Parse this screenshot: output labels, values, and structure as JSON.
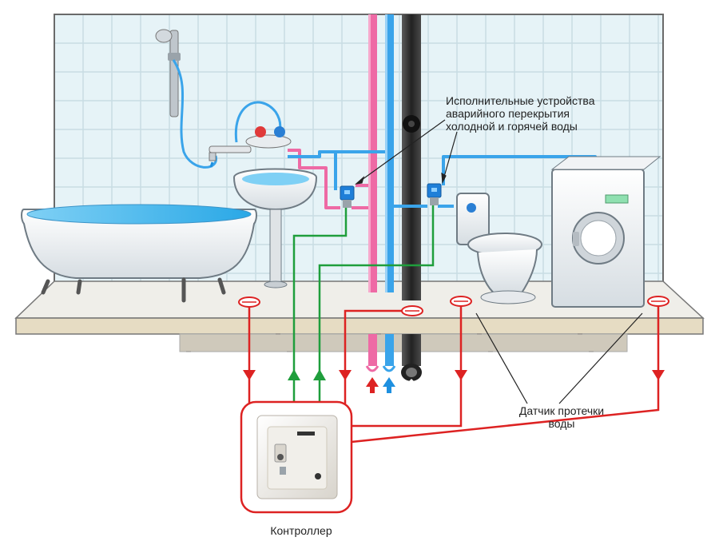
{
  "labels": {
    "actuators": [
      "Исполнительные устройства",
      "аварийного перекрытия",
      "холодной и горячей воды"
    ],
    "sensor": [
      "Датчик протечки",
      "воды"
    ],
    "controller": "Контроллер"
  },
  "colors": {
    "hot_water": "#e8438a",
    "cold_water": "#1e90e0",
    "sensor_wire": "#dd2222",
    "control_wire": "#1f9e3c",
    "drain_pipe": "#3a3a3a",
    "tile_wall": "#e6f3f7",
    "floor": "#e6dcc3"
  },
  "icons": [
    "shower-icon",
    "bathtub-icon",
    "sink-icon",
    "toilet-icon",
    "washing-machine-icon",
    "valve-icon",
    "leak-sensor-icon",
    "controller-icon"
  ]
}
